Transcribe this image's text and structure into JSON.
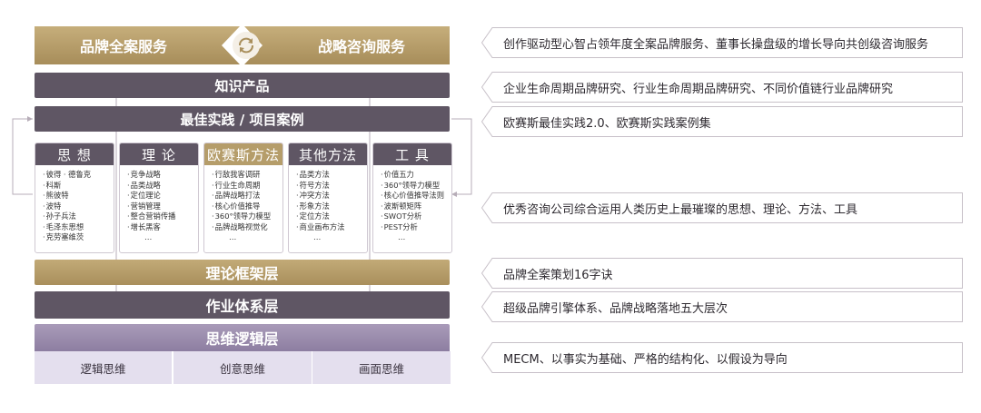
{
  "top": {
    "left_label": "品牌全案服务",
    "right_label": "战略咨询服务",
    "cycle_icon": "refresh-cycle-icon"
  },
  "layers": {
    "knowledge": "知识产品",
    "best_practice": "最佳实践 / 项目案例",
    "framework": "理论框架层",
    "operation": "作业体系层",
    "thinking": "思维逻辑层"
  },
  "columns": [
    {
      "title": "思 想",
      "items": [
        "彼得 · 德鲁克",
        "科斯",
        "熊彼特",
        "波特",
        "孙子兵法",
        "毛泽东思想",
        "克劳塞维茨"
      ]
    },
    {
      "title": "理 论",
      "items": [
        "竞争战略",
        "品类战略",
        "定位理论",
        "营销管理",
        "整合营销传播",
        "增长黑客"
      ],
      "more": "…"
    },
    {
      "title": "欧赛斯方法",
      "items": [
        "行敌我客调研",
        "行业生命周期",
        "品牌战略打法",
        "核心价值推导",
        "360°领导力模型",
        "品牌战略视觉化"
      ],
      "more": "…"
    },
    {
      "title": "其他方法",
      "items": [
        "品类方法",
        "符号方法",
        "冲突方法",
        "形象方法",
        "定位方法",
        "商业画布方法"
      ],
      "more": "…"
    },
    {
      "title": "工 具",
      "items": [
        "价值五力",
        "360°领导力模型",
        "核心价值推导法则",
        "波斯顿矩阵",
        "SWOT分析",
        "PEST分析"
      ],
      "more": "…"
    }
  ],
  "thinking_subs": [
    "逻辑思维",
    "创意思维",
    "画面思维"
  ],
  "notes": [
    "创作驱动型心智占领年度全案品牌服务、董事长操盘级的增长导向共创级咨询服务",
    "企业生命周期品牌研究、行业生命周期品牌研究、不同价值链行业品牌研究",
    "欧赛斯最佳实践2.0、欧赛斯实践案例集",
    "优秀咨询公司综合运用人类历史上最璀璨的思想、理论、方法、工具",
    "品牌全案策划16字诀",
    "超级品牌引擎体系、品牌战略落地五大层次",
    "MECM、以事实为基础、严格的结构化、以假设为导向"
  ],
  "colors": {
    "gold": "#b59d6a",
    "dark": "#5f5664",
    "purple": "#9a8cad",
    "light_purple": "#e4dfee"
  }
}
